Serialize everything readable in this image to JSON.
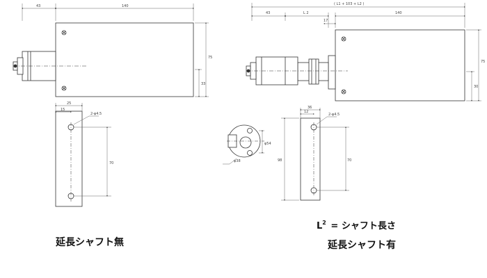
{
  "left_view": {
    "dims": {
      "top_left": "43",
      "top_main": "140",
      "height_total": "75",
      "height_lower": "33",
      "side_width": "25",
      "side_offset": "15",
      "hole_note": "2-φ4.5",
      "hole_pitch": "70"
    }
  },
  "right_view": {
    "dims": {
      "top_overall": "( L1 + 103 + L2 )",
      "top_left": "43",
      "top_L2": "L 2",
      "top_main": "140",
      "top_small": "17",
      "height_total": "75",
      "height_lower": "30",
      "flange_dia": "φ54",
      "flange_inner": "φ38",
      "side_width": "36",
      "side_offset": "12",
      "hole_note": "2-φ4.5",
      "hole_pitch": "70",
      "side_height": "98"
    }
  },
  "captions": {
    "left": "延長シャフト無",
    "equation_L": "L",
    "equation_sup": "2",
    "equation_rest": " = シャフト長さ",
    "right": "延長シャフト有"
  },
  "colors": {
    "line": "#333333",
    "dim_line": "#666666",
    "body_fill": "#ffffff"
  }
}
